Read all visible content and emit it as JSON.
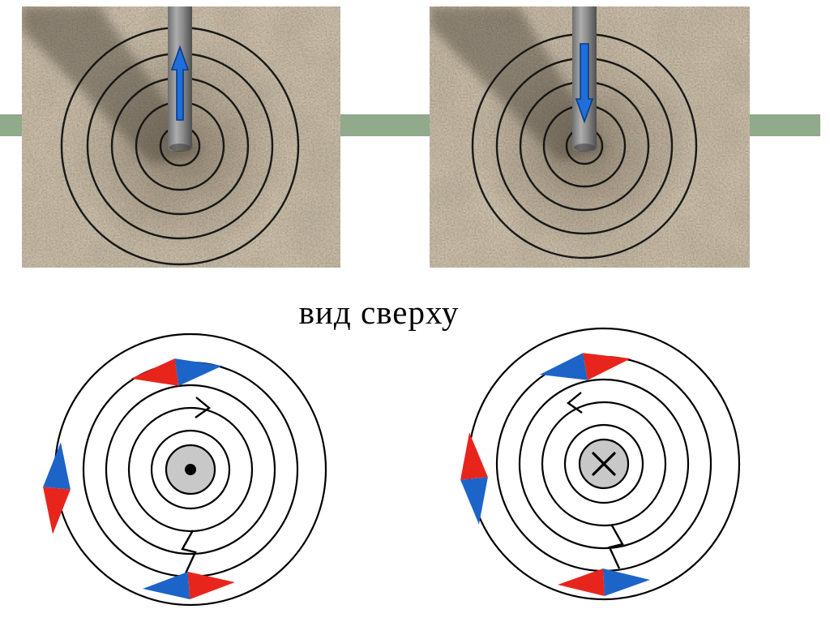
{
  "title": "вид сверху",
  "colors": {
    "page_bg": "#ffffff",
    "band_green": "#90aa8b",
    "photo_sand": "#cfc3ad",
    "arrow_blue": "#1e6fdb",
    "arrow_blue_dark": "#0a3a86",
    "needle_red": "#e8251d",
    "needle_blue": "#1d64c8",
    "disk_gray": "#c8c8c8",
    "line_black": "#000000"
  },
  "top_photos": {
    "left": {
      "description": "vertical wire in board with iron-filing rings",
      "current_arrow": "up",
      "field_rings": 5
    },
    "right": {
      "description": "vertical wire in board with iron-filing rings",
      "current_arrow": "down",
      "field_rings": 5
    }
  },
  "top_view_diagrams": {
    "left": {
      "center_symbol": "dot (current out of page)",
      "field_circles": 5,
      "needles": [
        {
          "position": "top",
          "orientation": "horizontal",
          "left_half": "red",
          "right_half": "blue"
        },
        {
          "position": "left",
          "orientation": "vertical",
          "top_half": "blue",
          "bottom_half": "red"
        },
        {
          "position": "bottom",
          "orientation": "horizontal",
          "left_half": "blue",
          "right_half": "red"
        }
      ]
    },
    "right": {
      "center_symbol": "cross (current into page)",
      "field_circles": 5,
      "needles": [
        {
          "position": "top",
          "orientation": "horizontal",
          "left_half": "blue",
          "right_half": "red"
        },
        {
          "position": "left",
          "orientation": "vertical",
          "top_half": "red",
          "bottom_half": "blue"
        },
        {
          "position": "bottom",
          "orientation": "horizontal",
          "left_half": "red",
          "right_half": "blue"
        }
      ]
    }
  }
}
